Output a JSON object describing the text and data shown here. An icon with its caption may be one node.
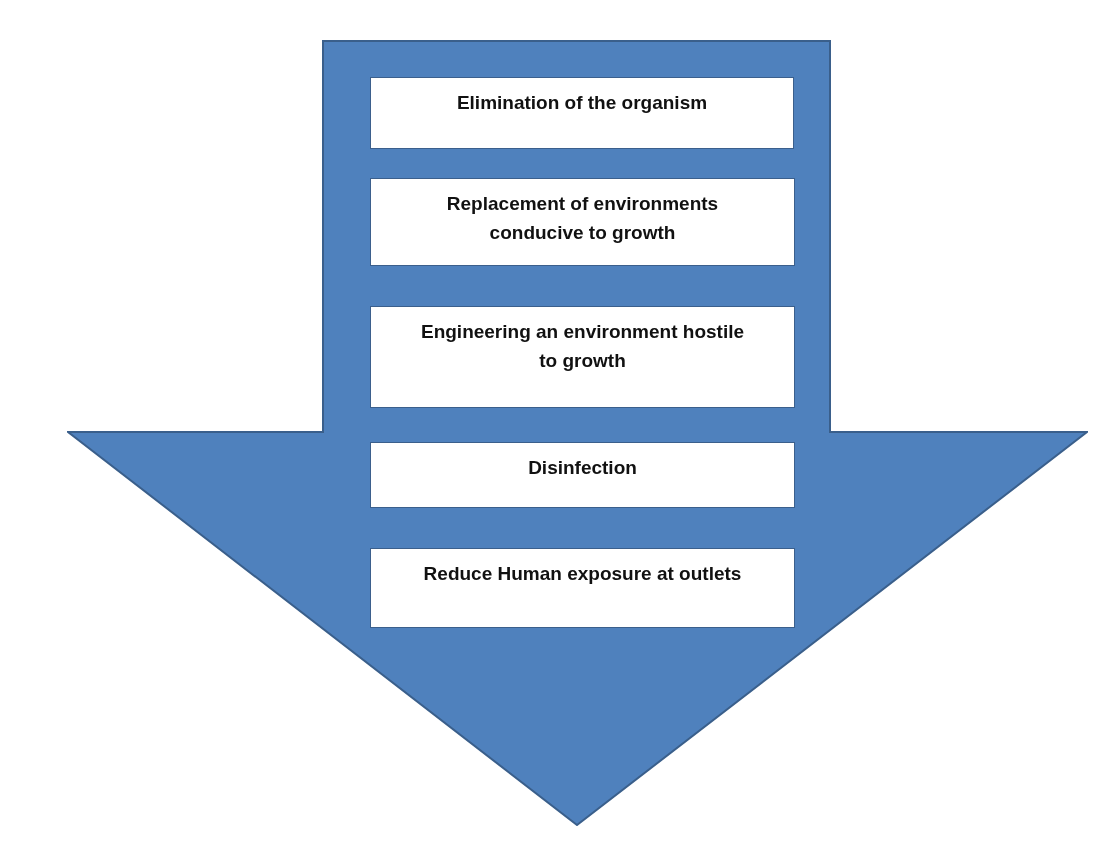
{
  "diagram": {
    "nodes": [
      {
        "text": [],
        "shape": "arrow"
      },
      {
        "text": [
          "Elimination of the organism"
        ],
        "in": 0
      },
      {
        "text": [
          "Replacement of environments conducive to growth"
        ],
        "in": 0
      },
      {
        "text": [
          "Engineering an environment hostile to growth"
        ],
        "in": 0
      },
      {
        "text": [
          "Disinfection"
        ],
        "in": 0
      },
      {
        "text": [
          "Reduce Human exposure at outlets"
        ],
        "in": 0
      }
    ]
  }
}
